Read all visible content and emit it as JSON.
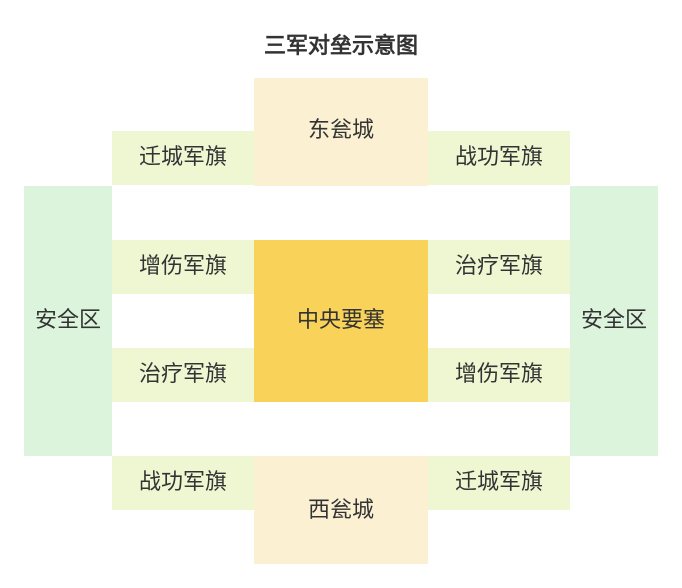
{
  "title": "三军对垒示意图",
  "colors": {
    "flag_bg": "#eef6d2",
    "citadel_bg": "#fbf0d2",
    "safe_zone_bg": "#dcf4dc",
    "fortress_bg": "#f8d259",
    "text": "#333333"
  },
  "cells": {
    "east_citadel": "东瓮城",
    "west_citadel": "西瓮城",
    "fortress": "中央要塞",
    "safe_left": "安全区",
    "safe_right": "安全区",
    "top_left": "迁城军旗",
    "top_right": "战功军旗",
    "mid_upper_left": "增伤军旗",
    "mid_upper_right": "治疗军旗",
    "mid_lower_left": "治疗军旗",
    "mid_lower_right": "增伤军旗",
    "bottom_left": "战功军旗",
    "bottom_right": "迁城军旗"
  }
}
